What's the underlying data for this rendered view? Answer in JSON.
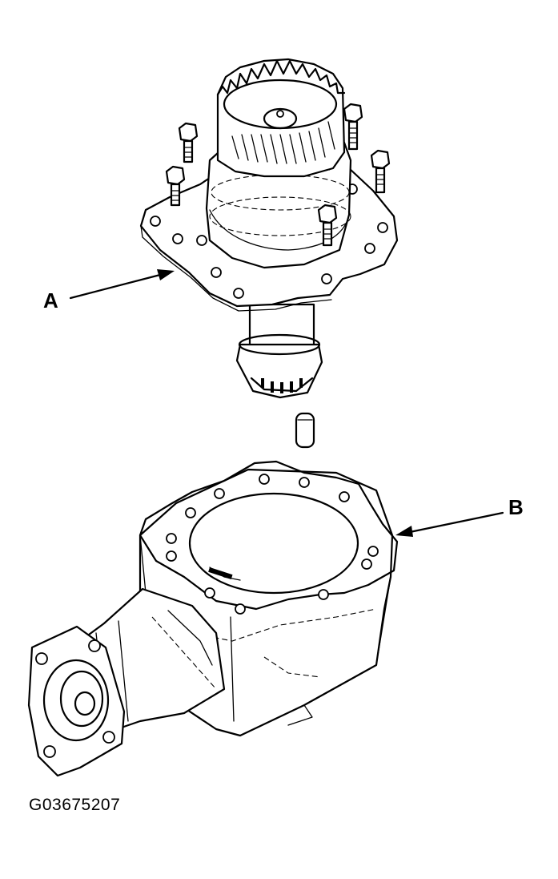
{
  "diagram": {
    "callouts": {
      "a": "A",
      "b": "B"
    },
    "figure_code": "G03675207",
    "parts": [
      "transfer-gear-assembly",
      "flange-bolt",
      "bearing",
      "dowel-pin",
      "transfer-housing"
    ]
  }
}
